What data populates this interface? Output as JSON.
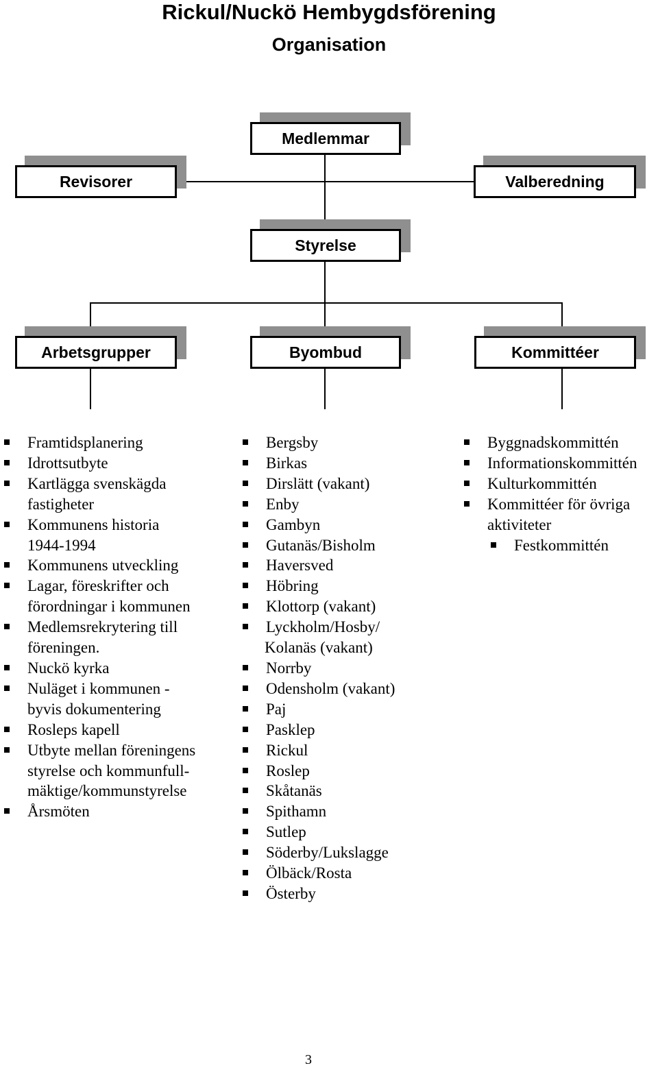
{
  "title": "Rickul/Nuckö Hembygdsförening",
  "subtitle": "Organisation",
  "boxes": {
    "medlemmar": "Medlemmar",
    "revisorer": "Revisorer",
    "valberedning": "Valberedning",
    "styrelse": "Styrelse",
    "arbetsgrupper": "Arbetsgrupper",
    "byombud": "Byombud",
    "kommitteer": "Kommittéer"
  },
  "arbetsgrupper": [
    "Framtidsplanering",
    "Idrottsutbyte",
    "Kartlägga svenskägda",
    "fastigheter",
    "Kommunens historia",
    "1944-1994",
    "Kommunens utveckling",
    "Lagar, föreskrifter och",
    "förordningar i kommunen",
    "Medlemsrekrytering till",
    "föreningen.",
    "Nuckö kyrka",
    "Nuläget i kommunen -",
    "byvis dokumentering",
    "Rosleps kapell",
    "Utbyte mellan föreningens",
    "styrelse och kommunfull-",
    "mäktige/kommunstyrelse",
    "Årsmöten"
  ],
  "byombud": [
    "Bergsby",
    "Birkas",
    "Dirslätt (vakant)",
    "Enby",
    "Gambyn",
    "Gutanäs/Bisholm",
    "Haversved",
    "Höbring",
    "Klottorp (vakant)",
    "Lyckholm/Hosby/",
    "Kolanäs (vakant)",
    "Norrby",
    "Odensholm (vakant)",
    "Paj",
    "Pasklep",
    "Rickul",
    "Roslep",
    "Skåtanäs",
    "Spithamn",
    "Sutlep",
    "Söderby/Lukslagge",
    "Ölbäck/Rosta",
    "Österby"
  ],
  "kommitteer": [
    "Byggnadskommittén",
    "Informationskommittén",
    "Kulturkommittén",
    "Kommittéer för övriga",
    "aktiviteter",
    "Festkommittén"
  ],
  "page_number": "3"
}
